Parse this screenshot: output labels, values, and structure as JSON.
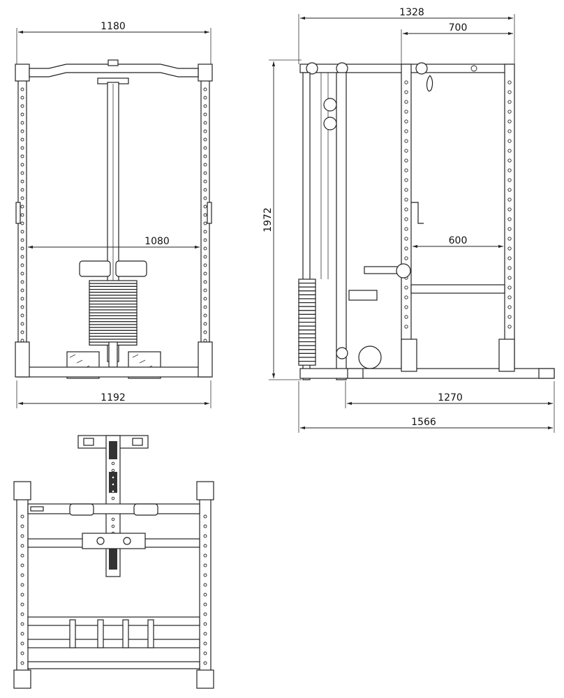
{
  "views": {
    "front": {
      "dimensions": {
        "top_width": "1180",
        "inner_width": "1080",
        "base_width": "1192"
      }
    },
    "side": {
      "dimensions": {
        "total_top": "1328",
        "rack_top": "700",
        "height": "1972",
        "inner_depth": "600",
        "base_depth": "1270",
        "total_depth": "1566"
      }
    },
    "top": {}
  }
}
